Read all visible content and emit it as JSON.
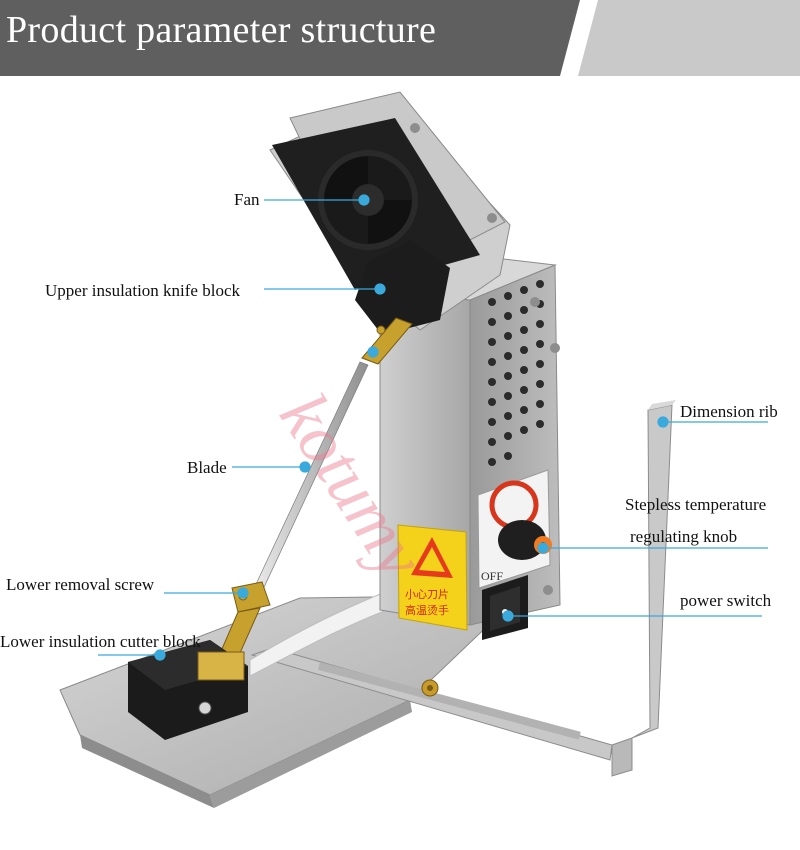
{
  "banner": {
    "title": "Product parameter structure",
    "dark_color": "#5f5f5f",
    "light_color": "#c9c9c9"
  },
  "labels": {
    "fan": "Fan",
    "upper_block": "Upper insulation knife block",
    "blade": "Blade",
    "lower_screw": "Lower removal screw",
    "lower_block": "Lower insulation cutter block",
    "dimension_rib": "Dimension rib",
    "knob_line1": "Stepless temperature",
    "knob_line2": "regulating knob",
    "power_switch": "power switch"
  },
  "device_marks": {
    "off_text": "OFF",
    "warning_line1": "小心刀片",
    "warning_line2": "高温烫手"
  },
  "watermark": "kotumy",
  "accent": "#3aa9dc",
  "icons": [
    "fan-icon",
    "warning-triangle-icon",
    "temperature-knob-icon",
    "rocker-switch-icon"
  ]
}
